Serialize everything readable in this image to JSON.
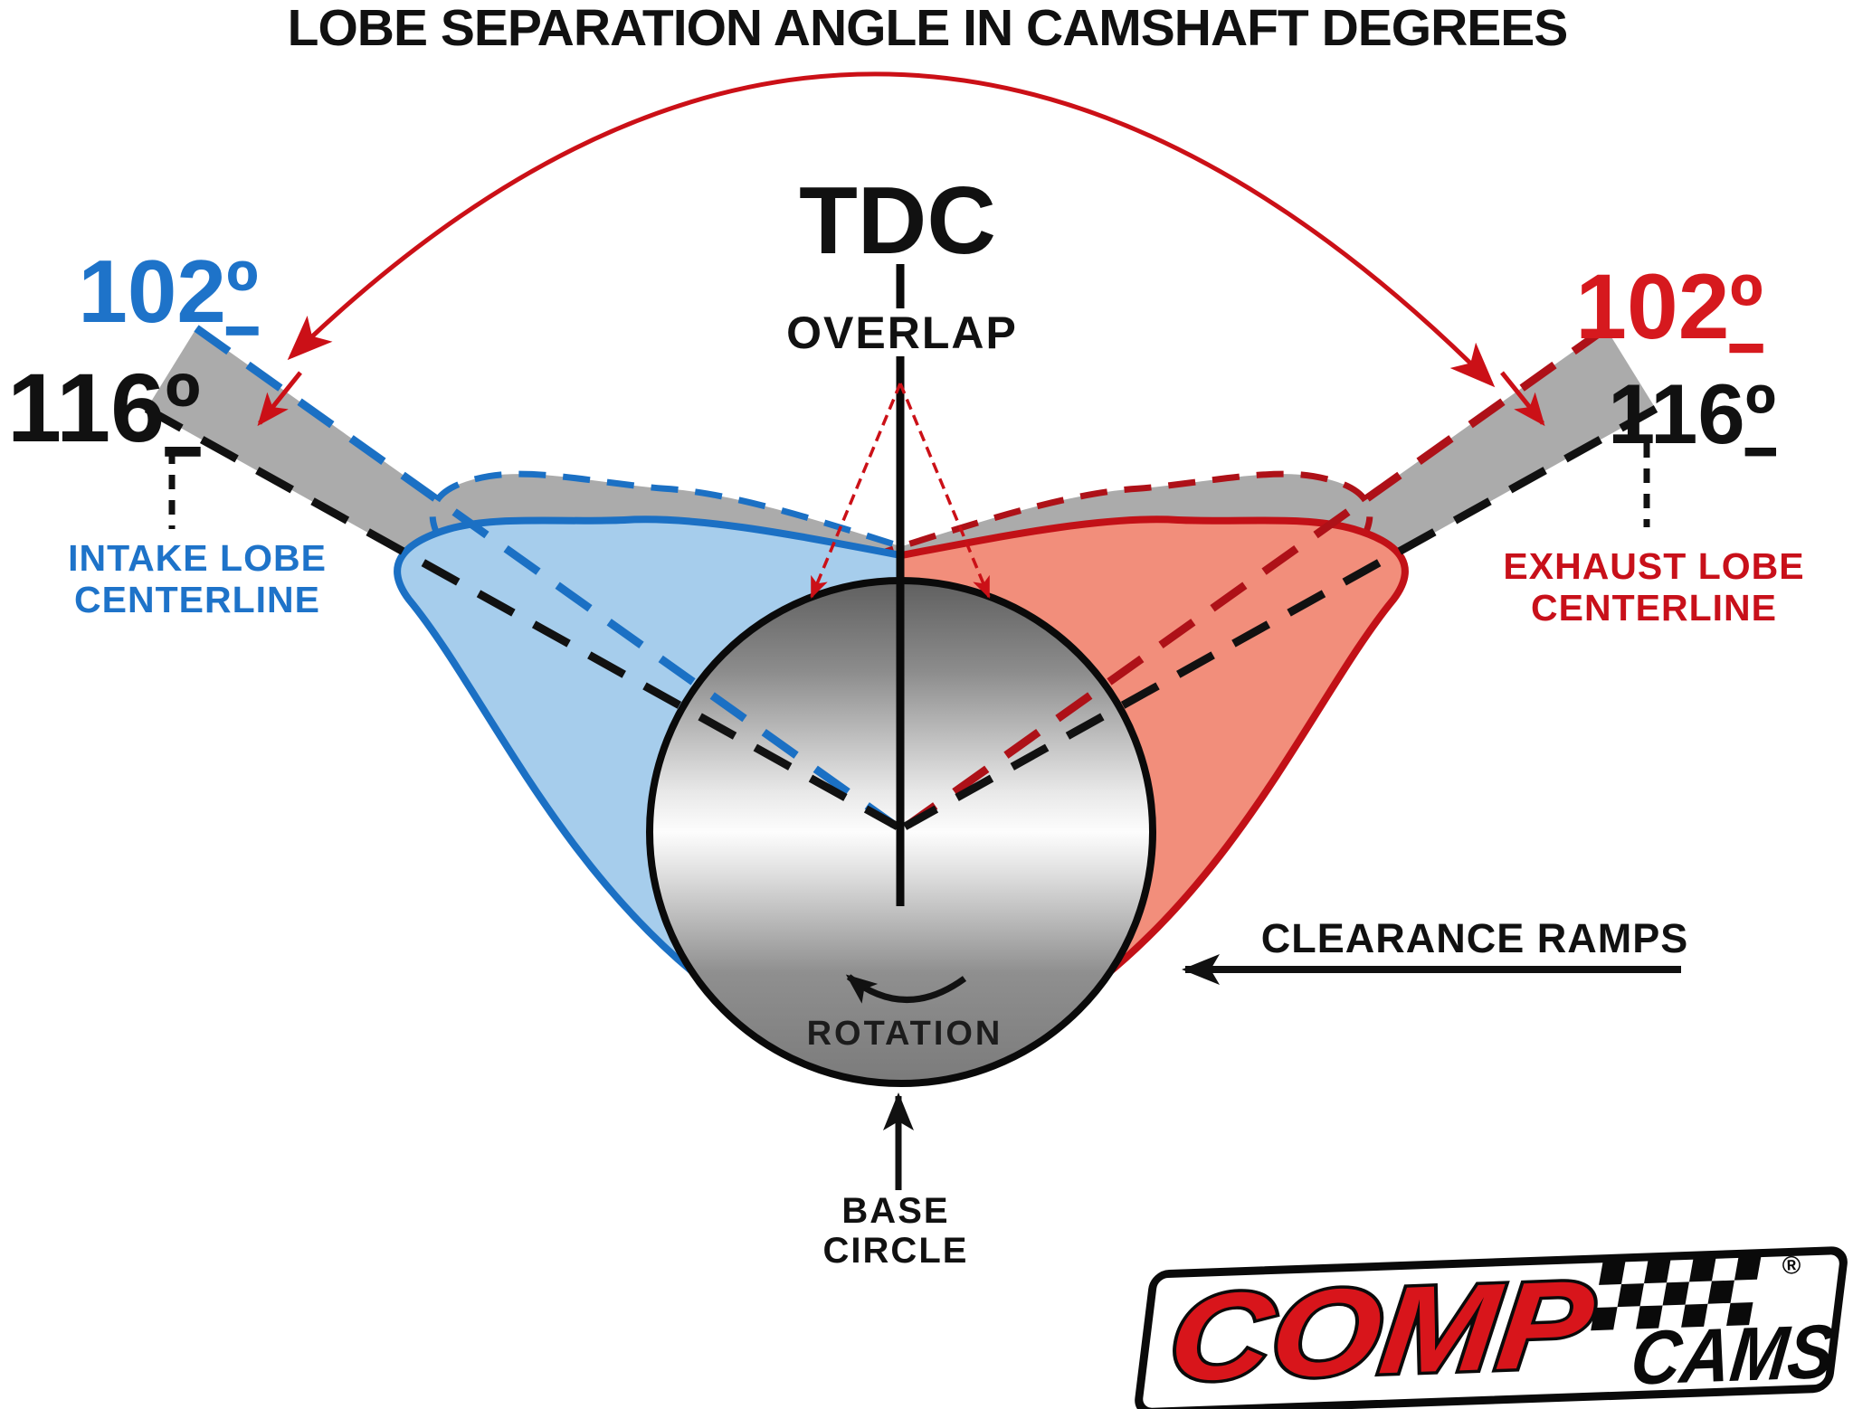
{
  "title": "LOBE SEPARATION ANGLE IN CAMSHAFT DEGREES",
  "deg": "º",
  "tdc": {
    "label": "TDC",
    "overlap_label": "OVERLAP"
  },
  "intake": {
    "advanced_angle": "102",
    "actual_angle": "116",
    "centerline_line1": "INTAKE LOBE",
    "centerline_line2": "CENTERLINE"
  },
  "exhaust": {
    "advanced_angle": "102",
    "actual_angle": "116",
    "centerline_line1": "EXHAUST LOBE",
    "centerline_line2": "CENTERLINE"
  },
  "labels": {
    "clearance_ramps": "CLEARANCE RAMPS",
    "rotation": "ROTATION",
    "base_circle_line1": "BASE",
    "base_circle_line2": "CIRCLE"
  },
  "logo": {
    "comp": "COMP",
    "cams": "CAMS",
    "registered": "®"
  },
  "colors": {
    "blue_stroke": "#1B70C4",
    "blue_text": "#1E73C9",
    "intake_fill": "#A6CDEC",
    "exhaust_fill": "#F28E7B",
    "red_solid": "#C21117",
    "red_dashed": "#AE1118",
    "red_accent": "#CB1017",
    "red_text": "#D6191E",
    "exhaust_text": "#C8101A",
    "gray_shadow": "#ABABAB",
    "black": "#111111",
    "logo_red": "#D8151B"
  }
}
